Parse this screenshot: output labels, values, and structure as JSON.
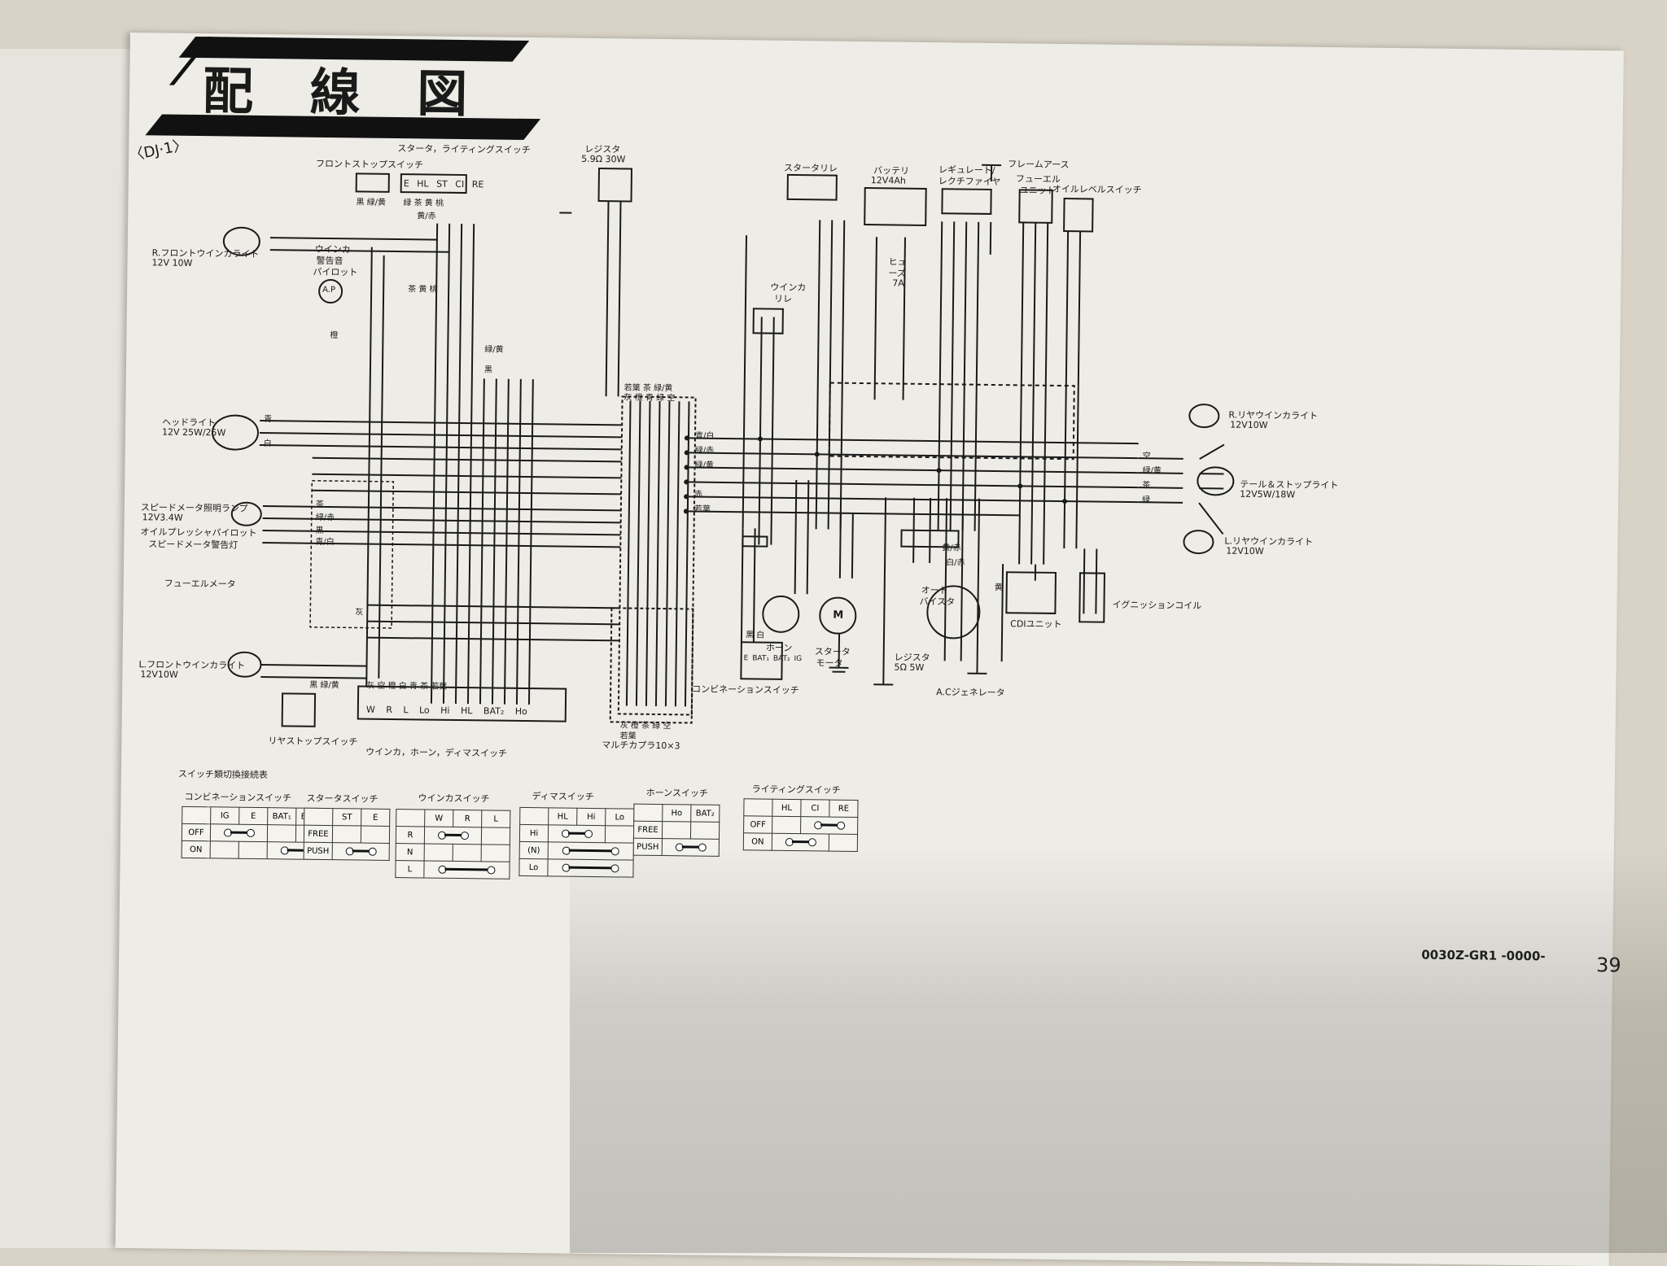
{
  "title": "配 線 図",
  "model": "〈DJ·1〉",
  "page_number": "39",
  "doc_code": "0030Z-GR1 -0000-",
  "components": {
    "front_stop_switch": "フロントストップスイッチ",
    "starter_lighting_switch": "スタータ，ライティングスイッチ",
    "resistor_top": "レジスタ",
    "resistor_top_spec": "5.9Ω 30W",
    "starter_relay": "スタータリレ",
    "battery": "バッテリ",
    "battery_spec": "12V4Ah",
    "regulator": "レギュレート/",
    "rectifier": "レクチファイヤ",
    "frame_earth": "フレームアース",
    "fuel_unit_1": "フューエル",
    "fuel_unit_2": "ユニット",
    "oil_level_switch": "オイルレベルスイッチ",
    "winker_relay_1": "ウインカ",
    "winker_relay_2": "リレ",
    "fuse_1": "ヒュ",
    "fuse_2": "ーズ",
    "fuse_3": "7A",
    "winker_pilot_1": "ウインカ",
    "winker_pilot_2": "警告音",
    "winker_pilot_3": "パイロット",
    "ap": "A.P",
    "r_front_winker": "R.フロントウインカライト",
    "r_front_winker_spec": "12V 10W",
    "headlight": "ヘッドライト",
    "headlight_spec": "12V 25W/25W",
    "speedo_lamp": "スピードメータ照明ランプ",
    "speedo_lamp_spec": "12V3.4W",
    "oil_pressure_pilot": "オイルプレッシャパイロット",
    "speedo_warning": "スピードメータ警告灯",
    "fuel_meter": "フューエルメータ",
    "l_front_winker": "L.フロントウインカライト",
    "l_front_winker_spec": "12V10W",
    "rear_stop_switch": "リヤストップスイッチ",
    "winker_horn_dimmer_switch": "ウインカ，ホーン，ディマスイッチ",
    "multi_coupler": "マルチカプラ10×3",
    "combination_switch": "コンビネーションスイッチ",
    "horn": "ホーン",
    "starter_motor_1": "スタータ",
    "starter_motor_2": "モータ",
    "m": "M",
    "resistor_bottom": "レジスタ",
    "resistor_bottom_spec": "5Ω 5W",
    "auto_bystarter_1": "オート",
    "auto_bystarter_2": "バイスタ",
    "ac_generator": "A.Cジェネレータ",
    "cdi_unit": "CDIユニット",
    "ignition_coil": "イグニッションコイル",
    "r_rear_winker": "R.リヤウインカライト",
    "r_rear_winker_spec": "12V10W",
    "tail_stop_light": "テール＆ストップライト",
    "tail_stop_light_spec": "12V5W/18W",
    "l_rear_winker": "L.リヤウインカライト",
    "l_rear_winker_spec": "12V10W"
  },
  "terminal_labels": {
    "starter_switch": [
      "E",
      "HL",
      "ST",
      "CI",
      "RE"
    ],
    "hand_switch": [
      "W",
      "R",
      "L",
      "Lo",
      "Hi",
      "HL",
      "BAT₂",
      "Ho"
    ],
    "combination_switch": [
      "E",
      "BAT₁",
      "BAT₂",
      "IG"
    ]
  },
  "wire_colors": {
    "front_stop": "黒 緑/黄",
    "starter_top": "緑 茶 黄 桃",
    "starter_sub": "黄/赤",
    "starter_mid": "茶 黄 桃",
    "hand_switch_top": "灰 空 橙 白 青 茶 若葉",
    "rear_stop_top": "黒 緑/黄",
    "coupler_top": "若葉 茶 緑/黄",
    "coupler_top2": "灰 橙 青 緑 空",
    "coupler_bottom": "灰 橙 茶 緑 空",
    "coupler_bottom2": "若葉",
    "bus_1": "青/白",
    "bus_2": "緑/赤",
    "bus_3": "緑/黄",
    "bus_4": "赤",
    "bus_5": "若葉",
    "rear_1": "空",
    "rear_2": "緑/黄",
    "rear_3": "茶",
    "rear_4": "緑",
    "headlight_1": "青",
    "headlight_2": "白",
    "speedo_1": "茶",
    "speedo_2": "緑/赤",
    "speedo_3": "黒",
    "speedo_4": "青/白",
    "winker_1": "緑/黄",
    "winker_2": "黒",
    "winker_3": "灰",
    "winker_4": "橙",
    "cdi_1": "黄/赤",
    "cdi_2": "白/赤",
    "cdi_3": "黄",
    "combination_wires": "黒 白"
  },
  "switch_tables": {
    "heading": "スイッチ類切換接続表",
    "combination": {
      "title": "コンビネーションスイッチ",
      "header": [
        "",
        "IG",
        "E",
        "BAT₁",
        "BAT₂"
      ],
      "rows": [
        "OFF",
        "ON"
      ]
    },
    "starter": {
      "title": "スタータスイッチ",
      "header": [
        "",
        "ST",
        "E"
      ],
      "rows": [
        "FREE",
        "PUSH"
      ]
    },
    "winker": {
      "title": "ウインカスイッチ",
      "header": [
        "",
        "W",
        "R",
        "L"
      ],
      "rows": [
        "R",
        "N",
        "L"
      ]
    },
    "dimmer": {
      "title": "ディマスイッチ",
      "header": [
        "",
        "HL",
        "Hi",
        "Lo"
      ],
      "rows": [
        "Hi",
        "(N)",
        "Lo"
      ]
    },
    "horn": {
      "title": "ホーンスイッチ",
      "header": [
        "",
        "Ho",
        "BAT₂"
      ],
      "rows": [
        "FREE",
        "PUSH"
      ]
    },
    "lighting": {
      "title": "ライティングスイッチ",
      "header": [
        "",
        "HL",
        "CI",
        "RE"
      ],
      "rows": [
        "OFF",
        "ON"
      ]
    }
  }
}
